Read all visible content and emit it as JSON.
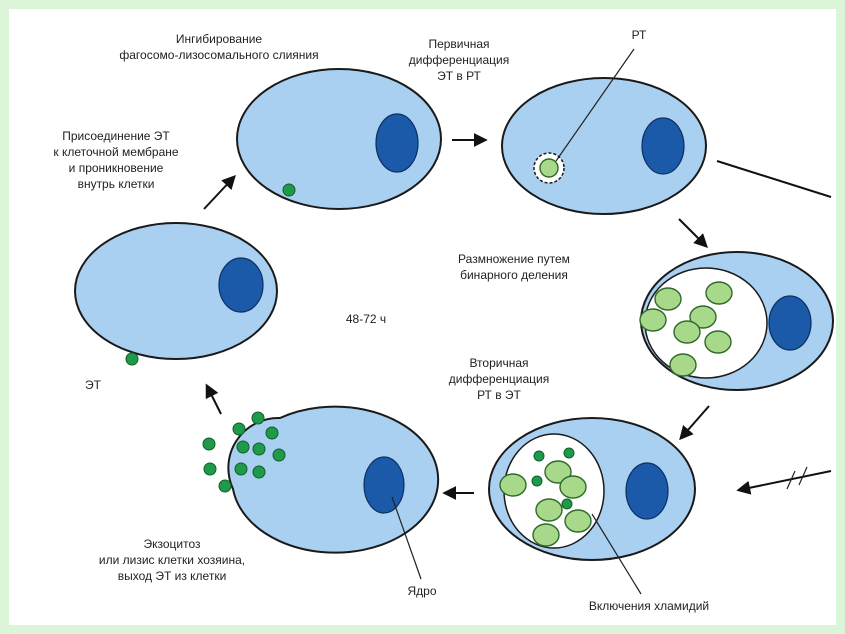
{
  "labels": {
    "inhibition_line1": "Ингибирование",
    "inhibition_line2": "фагосомо-лизосомального слияния",
    "primary_line1": "Первичная",
    "primary_line2": "дифференциация",
    "primary_line3": "ЭТ в РТ",
    "rt": "РТ",
    "attach_line1": "Присоединение ЭТ",
    "attach_line2": "к клеточной мембране",
    "attach_line3": "и проникновение",
    "attach_line4": "внутрь клетки",
    "binary_line1": "Размножение путем",
    "binary_line2": "бинарного деления",
    "time": "48-72 ч",
    "et": "ЭТ",
    "secondary_line1": "Вторичная",
    "secondary_line2": "дифференциация",
    "secondary_line3": "РТ в ЭТ",
    "exo_line1": "Экзоцитоз",
    "exo_line2": "или лизис клетки хозяина,",
    "exo_line3": "выход ЭТ из клетки",
    "nucleus": "Ядро",
    "inclusions": "Включения хламидий"
  },
  "colors": {
    "cell_fill": "#a9d0f0",
    "nucleus_fill": "#1b5aa8",
    "reticulate_body": "#a8d98a",
    "elementary_body": "#1f9a4a",
    "frame": "#dcf5d8"
  }
}
